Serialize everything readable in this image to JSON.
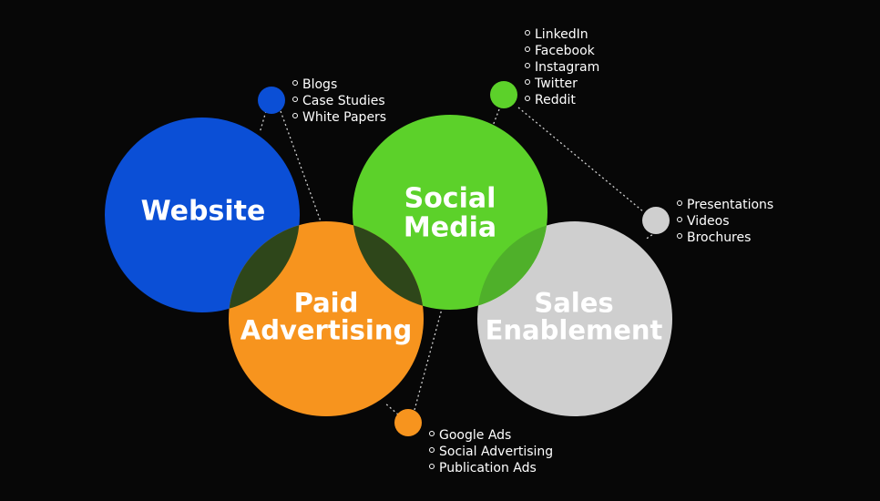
{
  "colors": {
    "background": "#070707",
    "website": "#0b4fd6",
    "paid_advertising": "#f7941e",
    "social_media": "#5cd12a",
    "sales_enablement": "#cfcfcf",
    "overlap_dark": "#2e461a",
    "connector": "#d0d0d0"
  },
  "circles": {
    "website": {
      "line1": "Website"
    },
    "paid_advertising": {
      "line1": "Paid",
      "line2": "Advertising"
    },
    "social_media": {
      "line1": "Social",
      "line2": "Media"
    },
    "sales_enablement": {
      "line1": "Sales",
      "line2": "Enablement"
    }
  },
  "lists": {
    "website": [
      "Blogs",
      "Case Studies",
      "White Papers"
    ],
    "social_media": [
      "LinkedIn",
      "Facebook",
      "Instagram",
      "Twitter",
      "Reddit"
    ],
    "sales_enablement": [
      "Presentations",
      "Videos",
      "Brochures"
    ],
    "paid_advertising": [
      "Google Ads",
      "Social Advertising",
      "Publication Ads"
    ]
  }
}
